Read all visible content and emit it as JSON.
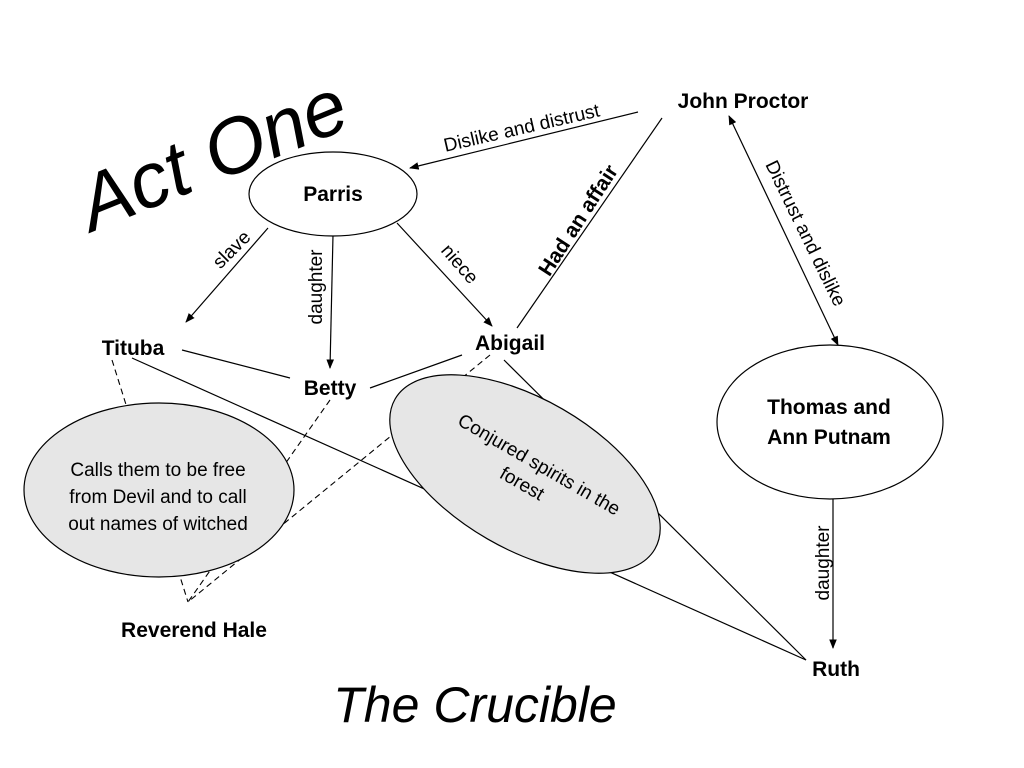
{
  "titles": {
    "act": "Act One",
    "play": "The Crucible"
  },
  "nodes": {
    "john_proctor": "John Proctor",
    "parris": "Parris",
    "tituba": "Tituba",
    "betty": "Betty",
    "abigail": "Abigail",
    "putnams_line1": "Thomas and",
    "putnams_line2": "Ann Putnam",
    "reverend_hale": "Reverend Hale",
    "ruth": "Ruth"
  },
  "edge_labels": {
    "proctor_parris": "Dislike and distrust",
    "proctor_abigail": "Had an affair",
    "proctor_putnams": "Distrust and dislike",
    "parris_tituba": "slave",
    "parris_betty": "daughter",
    "parris_abigail": "niece",
    "putnams_ruth": "daughter"
  },
  "bubbles": {
    "hale": [
      "Calls them to be free",
      "from Devil and to call",
      "out names of witched"
    ],
    "forest": [
      "Conjured spirits in the",
      "forest"
    ]
  },
  "colors": {
    "line": "#000000",
    "bubble_fill": "#e6e6e6",
    "background": "#ffffff"
  }
}
